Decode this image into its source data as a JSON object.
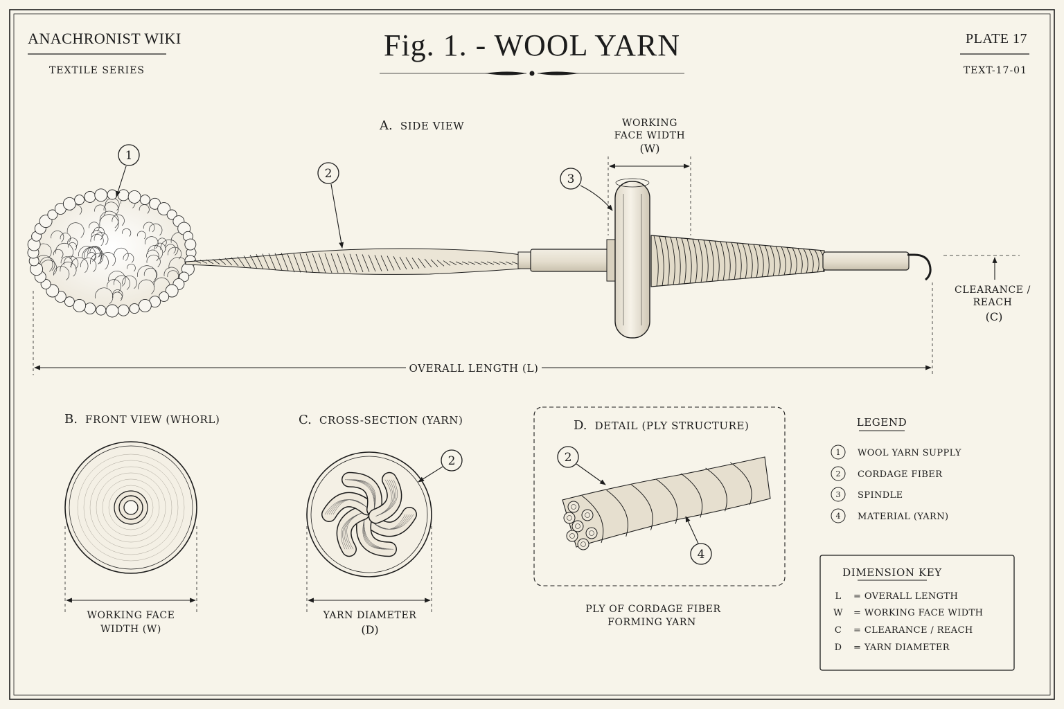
{
  "header": {
    "brand": "ANACHRONIST WIKI",
    "series": "TEXTILE SERIES",
    "title": "Fig. 1. - WOOL YARN",
    "plate": "PLATE  17",
    "code": "TEXT-17-01"
  },
  "side_view": {
    "letter": "A.",
    "label": "SIDE VIEW",
    "callouts": [
      "1",
      "2",
      "3"
    ],
    "working_face": [
      "WORKING",
      "FACE WIDTH",
      "(W)"
    ],
    "clearance": [
      "CLEARANCE /",
      "REACH",
      "(C)"
    ],
    "overall_length": "OVERALL LENGTH  (L)"
  },
  "front_view": {
    "letter": "B.",
    "label": "FRONT VIEW  (WHORL)",
    "dim": [
      "WORKING FACE",
      "WIDTH  (W)"
    ]
  },
  "cross_section": {
    "letter": "C.",
    "label": "CROSS-SECTION  (YARN)",
    "callout": "2",
    "dim": [
      "YARN DIAMETER",
      "(D)"
    ]
  },
  "detail": {
    "letter": "D.",
    "label": "DETAIL  (PLY STRUCTURE)",
    "callouts": [
      "2",
      "4"
    ],
    "caption": [
      "PLY OF CORDAGE FIBER",
      "FORMING YARN"
    ]
  },
  "legend": {
    "title": "LEGEND",
    "items": [
      {
        "num": "1",
        "label": "WOOL YARN SUPPLY"
      },
      {
        "num": "2",
        "label": "CORDAGE FIBER"
      },
      {
        "num": "3",
        "label": "SPINDLE"
      },
      {
        "num": "4",
        "label": "MATERIAL (YARN)"
      }
    ]
  },
  "dimension_key": {
    "title": "DIMENSION KEY",
    "items": [
      {
        "sym": "L",
        "desc": "=  OVERALL LENGTH"
      },
      {
        "sym": "W",
        "desc": "=  WORKING FACE WIDTH"
      },
      {
        "sym": "C",
        "desc": "=  CLEARANCE / REACH"
      },
      {
        "sym": "D",
        "desc": "=  YARN DIAMETER"
      }
    ]
  },
  "colors": {
    "paper": "#f7f4ea",
    "ink": "#1c1c1c"
  }
}
